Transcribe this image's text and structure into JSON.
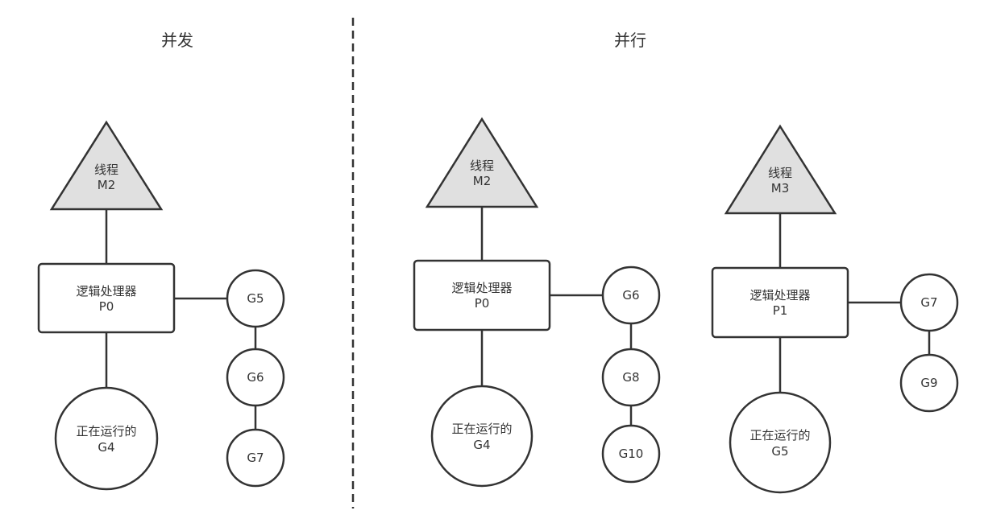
{
  "sections": {
    "concurrency": {
      "title": "并发"
    },
    "parallelism": {
      "title": "并行"
    }
  },
  "concurrency": {
    "thread": {
      "line1": "线程",
      "line2": "M2"
    },
    "processor": {
      "line1": "逻辑处理器",
      "line2": "P0"
    },
    "running": {
      "line1": "正在运行的",
      "line2": "G4"
    },
    "queue": [
      "G5",
      "G6",
      "G7"
    ]
  },
  "parallel_left": {
    "thread": {
      "line1": "线程",
      "line2": "M2"
    },
    "processor": {
      "line1": "逻辑处理器",
      "line2": "P0"
    },
    "running": {
      "line1": "正在运行的",
      "line2": "G4"
    },
    "queue": [
      "G6",
      "G8",
      "G10"
    ]
  },
  "parallel_right": {
    "thread": {
      "line1": "线程",
      "line2": "M3"
    },
    "processor": {
      "line1": "逻辑处理器",
      "line2": "P1"
    },
    "running": {
      "line1": "正在运行的",
      "line2": "G5"
    },
    "queue": [
      "G7",
      "G9"
    ]
  },
  "colors": {
    "stroke": "#333333",
    "triangle_fill": "#e0e0e0",
    "background": "#ffffff"
  }
}
